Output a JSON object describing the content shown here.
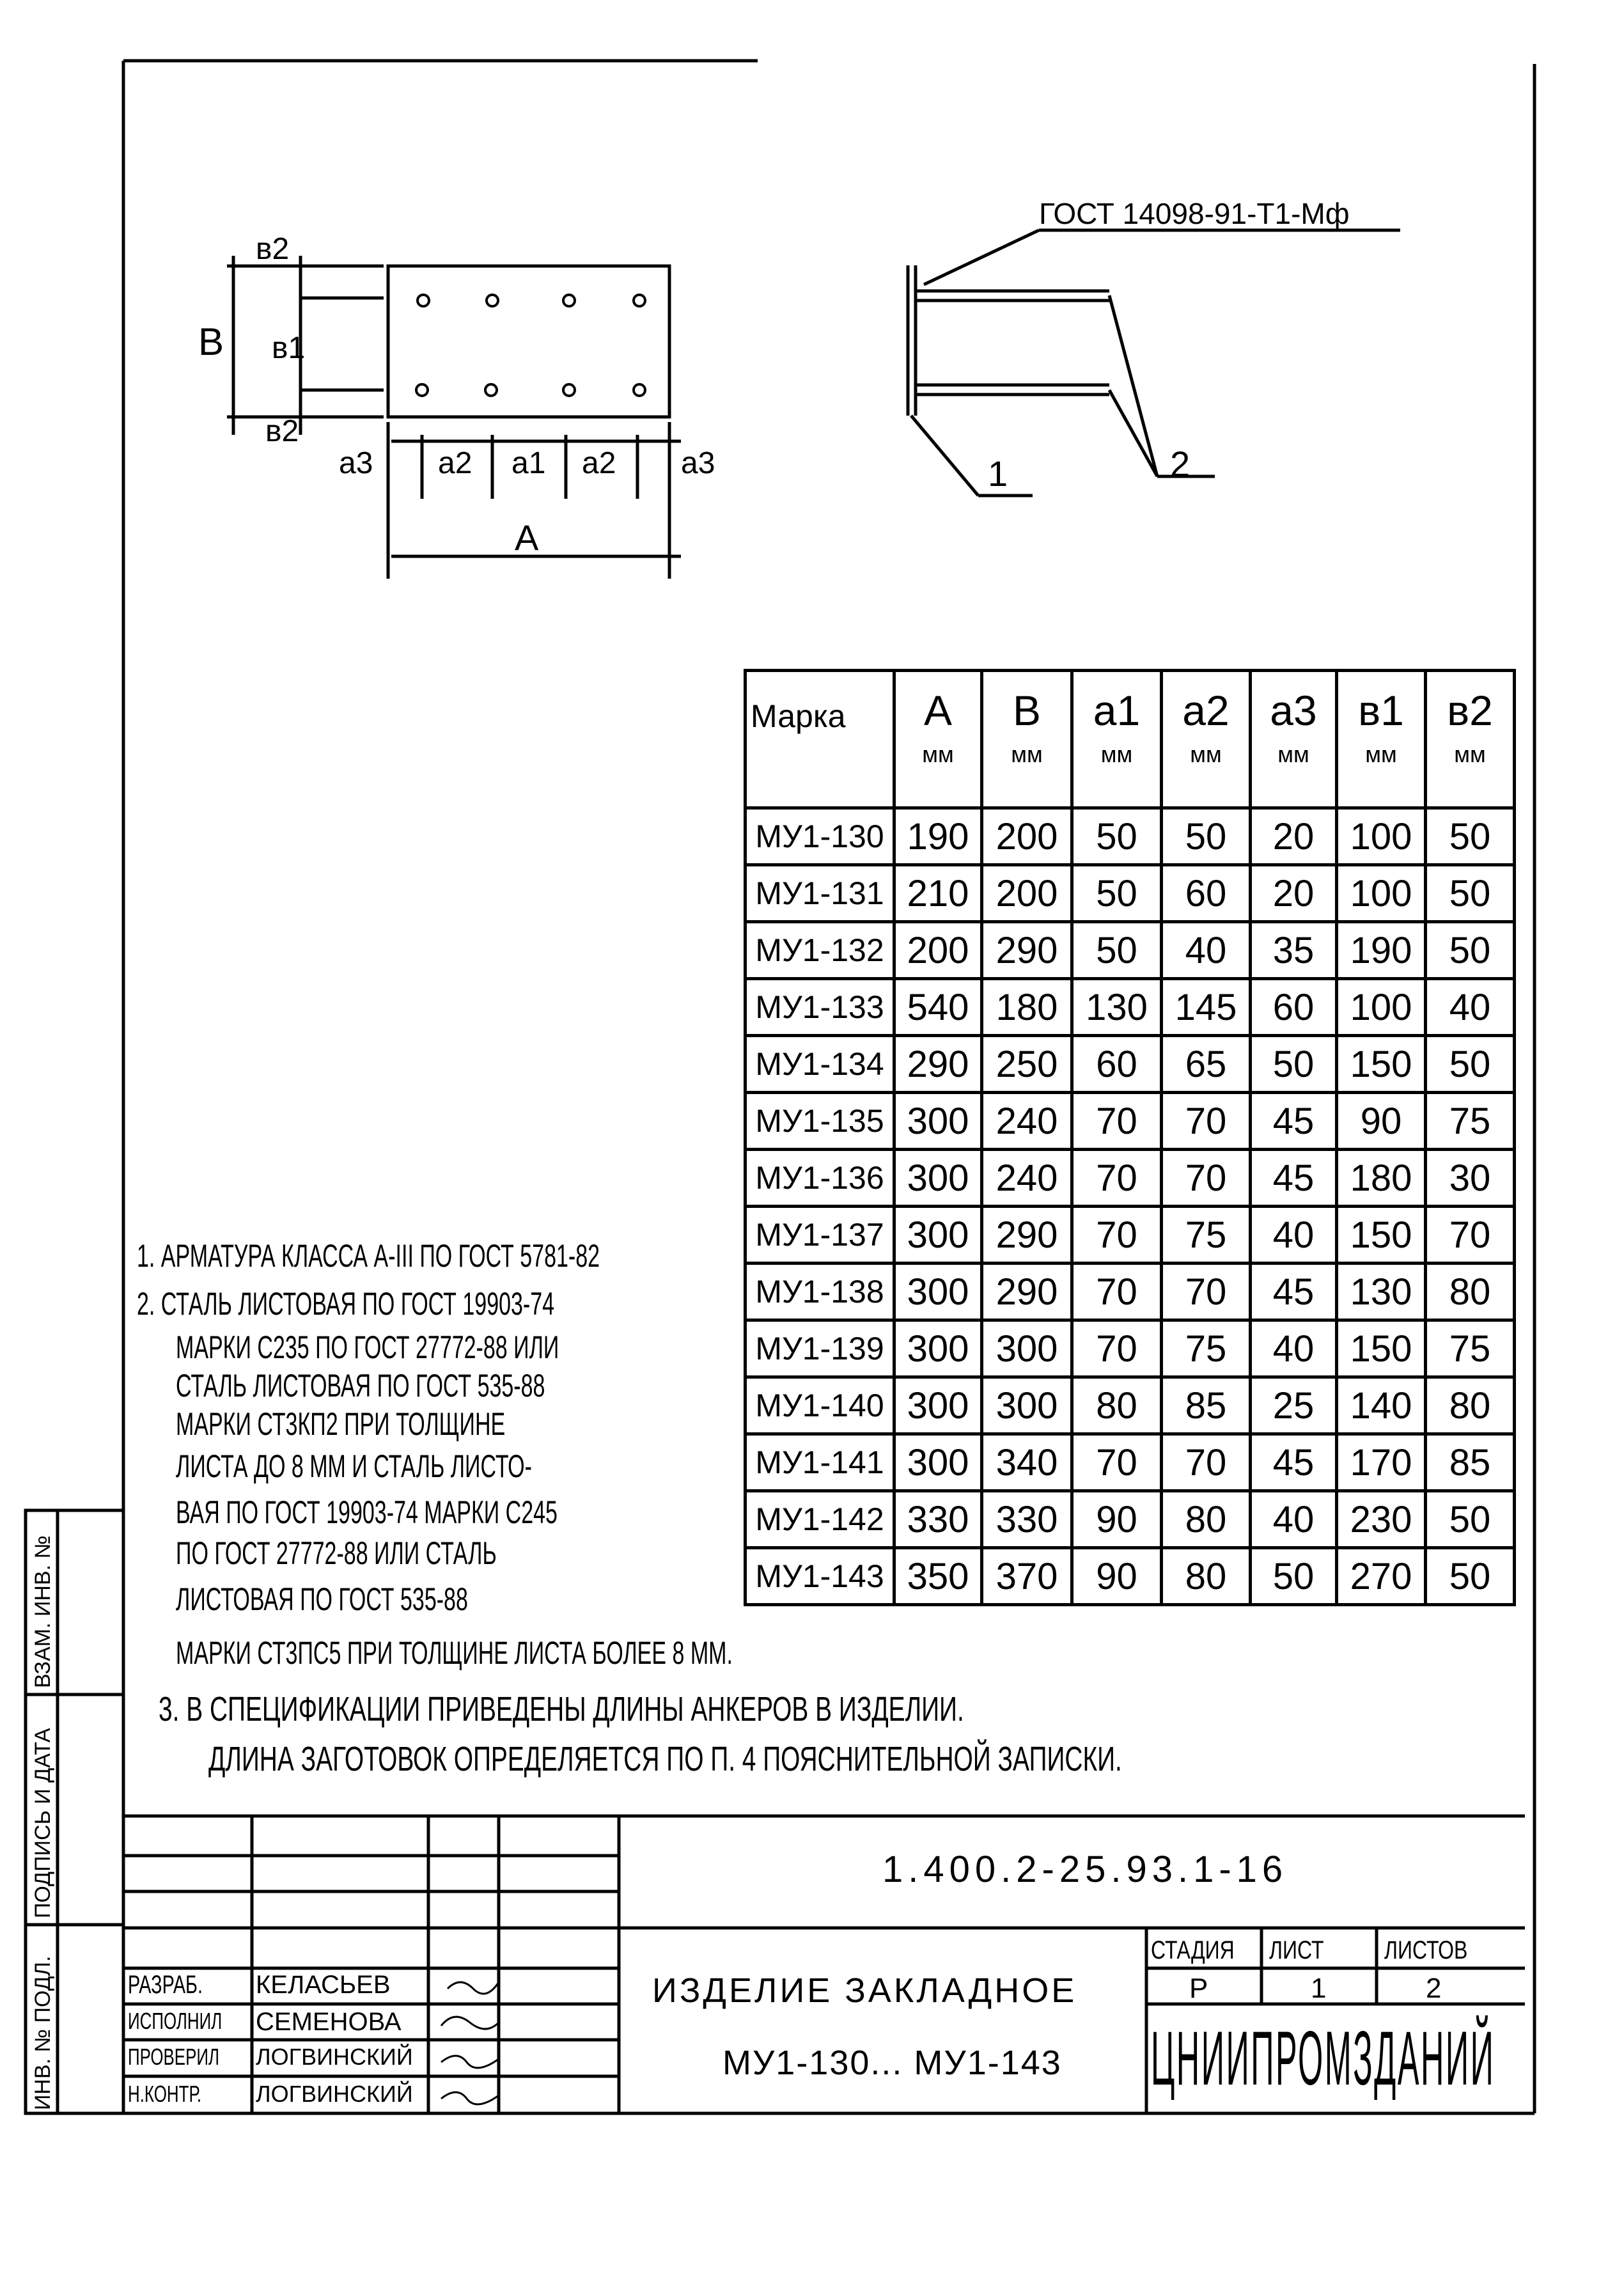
{
  "drawing": {
    "dims": {
      "b2_top": "в2",
      "b1": "в1",
      "b2_bottom": "в2",
      "B": "B",
      "a3_left": "a3",
      "a2_left": "a2",
      "a1": "a1",
      "a2_right": "a2",
      "a3_right": "a3",
      "A": "A"
    },
    "weld_note": "ГОСТ 14098-91-Т1-Мф",
    "callout_1": "1",
    "callout_2": "2"
  },
  "table": {
    "header": {
      "mark": "Марка",
      "cols": [
        {
          "sym": "A",
          "unit": "мм"
        },
        {
          "sym": "B",
          "unit": "мм"
        },
        {
          "sym": "a1",
          "unit": "мм"
        },
        {
          "sym": "a2",
          "unit": "мм"
        },
        {
          "sym": "a3",
          "unit": "мм"
        },
        {
          "sym": "в1",
          "unit": "мм"
        },
        {
          "sym": "в2",
          "unit": "мм"
        }
      ]
    },
    "rows": [
      [
        "МУ1-130",
        "190",
        "200",
        "50",
        "50",
        "20",
        "100",
        "50"
      ],
      [
        "МУ1-131",
        "210",
        "200",
        "50",
        "60",
        "20",
        "100",
        "50"
      ],
      [
        "МУ1-132",
        "200",
        "290",
        "50",
        "40",
        "35",
        "190",
        "50"
      ],
      [
        "МУ1-133",
        "540",
        "180",
        "130",
        "145",
        "60",
        "100",
        "40"
      ],
      [
        "МУ1-134",
        "290",
        "250",
        "60",
        "65",
        "50",
        "150",
        "50"
      ],
      [
        "МУ1-135",
        "300",
        "240",
        "70",
        "70",
        "45",
        "90",
        "75"
      ],
      [
        "МУ1-136",
        "300",
        "240",
        "70",
        "70",
        "45",
        "180",
        "30"
      ],
      [
        "МУ1-137",
        "300",
        "290",
        "70",
        "75",
        "40",
        "150",
        "70"
      ],
      [
        "МУ1-138",
        "300",
        "290",
        "70",
        "70",
        "45",
        "130",
        "80"
      ],
      [
        "МУ1-139",
        "300",
        "300",
        "70",
        "75",
        "40",
        "150",
        "75"
      ],
      [
        "МУ1-140",
        "300",
        "300",
        "80",
        "85",
        "25",
        "140",
        "80"
      ],
      [
        "МУ1-141",
        "300",
        "340",
        "70",
        "70",
        "45",
        "170",
        "85"
      ],
      [
        "МУ1-142",
        "330",
        "330",
        "90",
        "80",
        "40",
        "230",
        "50"
      ],
      [
        "МУ1-143",
        "350",
        "370",
        "90",
        "80",
        "50",
        "270",
        "50"
      ]
    ]
  },
  "notes": [
    "1. Арматура класса А-III по ГОСТ 5781-82",
    "2. Сталь листовая по ГОСТ 19903-74",
    "марки С235 по ГОСТ 27772-88 или",
    "сталь листовая по ГОСТ 535-88",
    "марки Ст3кп2   при толщине",
    "листа до 8 мм и сталь листо-",
    "вая по ГОСТ 19903-74 марки С245",
    "по ГОСТ 27772-88 или сталь",
    "листовая по ГОСТ 535-88",
    "марки Ст3пс5   при толщине листа более 8 мм.",
    "3. В спецификации приведены длины анкеров в изделии.",
    "Длина заготовок определяется по п. 4 пояснительной записки."
  ],
  "side_stamp": {
    "inv_replace": "Взам. инв. №",
    "sign_date": "Подпись и дата",
    "inv_orig": "Инв. № подл."
  },
  "title_block": {
    "doc_number": "1.400.2-25.93.1-16",
    "roles": [
      {
        "role": "Разраб.",
        "name": "Келасьев"
      },
      {
        "role": "Исполнил",
        "name": "Семенова"
      },
      {
        "role": "Проверил",
        "name": "Логвинский"
      },
      {
        "role": "Н.контр.",
        "name": "Логвинский"
      }
    ],
    "title_line1": "Изделие закладное",
    "title_line2": "МУ1-130... МУ1-143",
    "stage_label": "Стадия",
    "sheet_label": "Лист",
    "sheets_label": "Листов",
    "stage": "Р",
    "sheet": "1",
    "sheets": "2",
    "org": "ЦНИИПРОМЗДАНИЙ"
  }
}
